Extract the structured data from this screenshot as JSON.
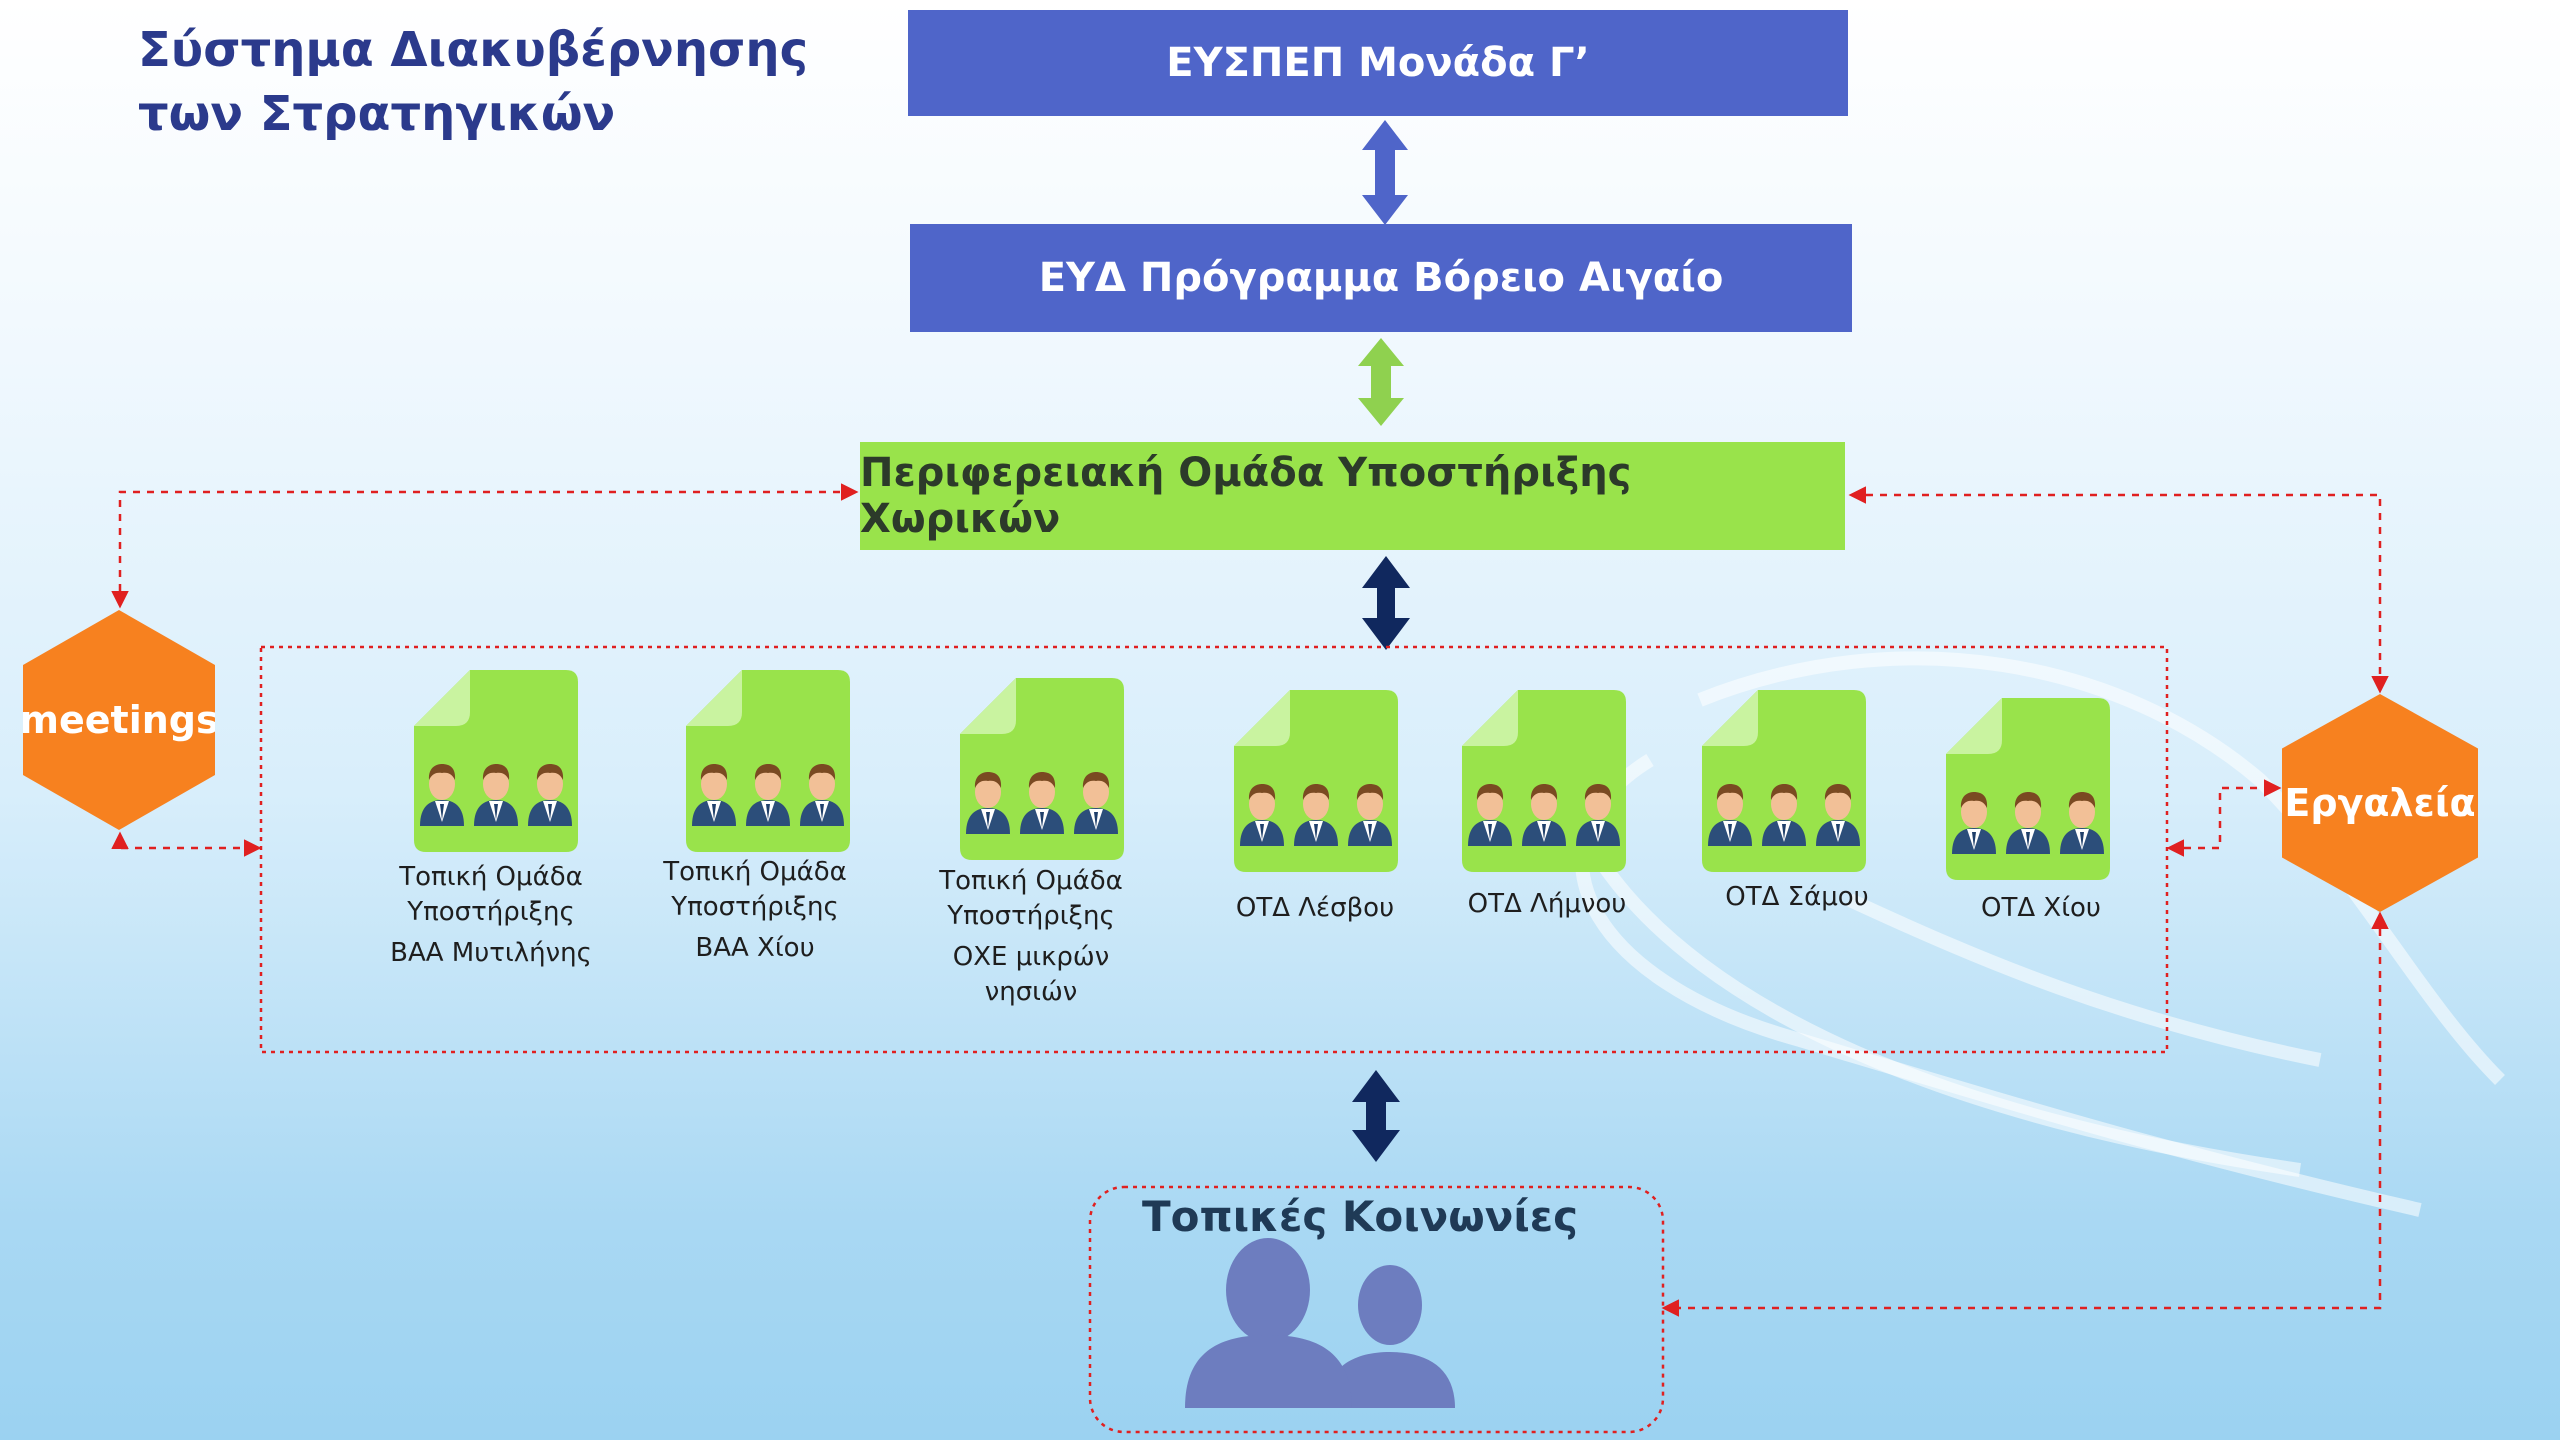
{
  "title": {
    "line1": "Σύστημα Διακυβέρνησης",
    "line2": "των Στρατηγικών"
  },
  "boxes": {
    "top": "ΕΥΣΠΕΠ Μονάδα Γ’",
    "programme": "ΕΥΔ Πρόγραμμα Βόρειο Αιγαίο",
    "regional": "Περιφερειακή Ομάδα Υποστήριξης Χωρικών"
  },
  "hexagons": {
    "left": "meetings",
    "right": "Εργαλεία"
  },
  "teams": [
    {
      "line1": "Τοπική Ομάδα",
      "line2": "Υποστήριξης",
      "line3": "ΒΑΑ Μυτιλήνης"
    },
    {
      "line1": "Τοπική Ομάδα",
      "line2": "Υποστήριξης",
      "line3": "ΒΑΑ Χίου"
    },
    {
      "line1": "Τοπική Ομάδα",
      "line2": "Υποστήριξης",
      "line3": "ΟΧΕ μικρών νησιών"
    },
    {
      "line1": "ΟΤΔ Λέσβου"
    },
    {
      "line1": "ΟΤΔ Λήμνου"
    },
    {
      "line1": "ΟΤΔ Σάμου"
    },
    {
      "line1": "ΟΤΔ Χίου"
    }
  ],
  "community": {
    "label": "Τοπικές Κοινωνίες"
  },
  "icons": {
    "team": "people-group-icon",
    "community": "users-silhouette-icon"
  },
  "colors": {
    "title": "#2b3a8c",
    "blue_box": "#4f65c9",
    "green_box": "#99e34b",
    "hexagon": "#f7811f",
    "dashed": "#e02020",
    "navy_arrow": "#10285e",
    "green_arrow": "#8fd14f",
    "blue_arrow": "#4f65c9"
  }
}
